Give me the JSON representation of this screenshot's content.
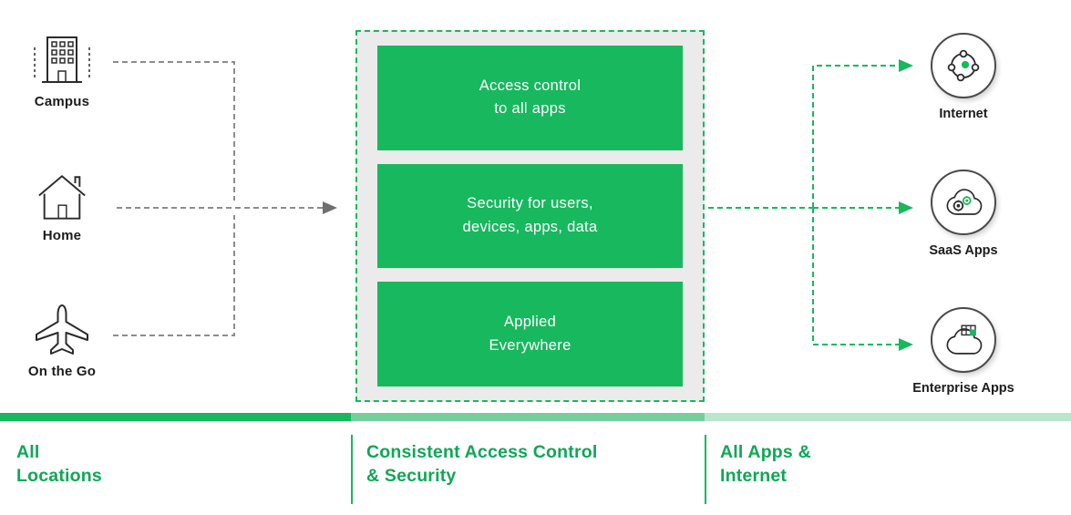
{
  "palette": {
    "green_primary": "#17b85e",
    "green_mid_bar": "#75cf9c",
    "green_light_bar": "#b9e6cc",
    "green_heading": "#0fa756",
    "panel_background": "#ebebeb",
    "arrow_gray": "#8c8c8c",
    "label_dark": "#1c1c1e"
  },
  "sources": [
    {
      "label": "Campus",
      "icon": "campus-building-icon"
    },
    {
      "label": "Home",
      "icon": "home-icon"
    },
    {
      "label": "On the Go",
      "icon": "airplane-icon"
    }
  ],
  "center": {
    "boxes": [
      {
        "text": "Access control\nto all apps"
      },
      {
        "text": "Security for users,\ndevices, apps, data"
      },
      {
        "text": "Applied\nEverywhere"
      }
    ]
  },
  "destinations": [
    {
      "label": "Internet",
      "icon": "internet-network-icon"
    },
    {
      "label": "SaaS Apps",
      "icon": "saas-cloud-gears-icon"
    },
    {
      "label": "Enterprise Apps",
      "icon": "enterprise-cloud-icon"
    }
  ],
  "footer": {
    "sections": [
      {
        "label": "All\nLocations"
      },
      {
        "label": "Consistent Access Control\n& Security"
      },
      {
        "label": "All Apps &\nInternet"
      }
    ]
  }
}
